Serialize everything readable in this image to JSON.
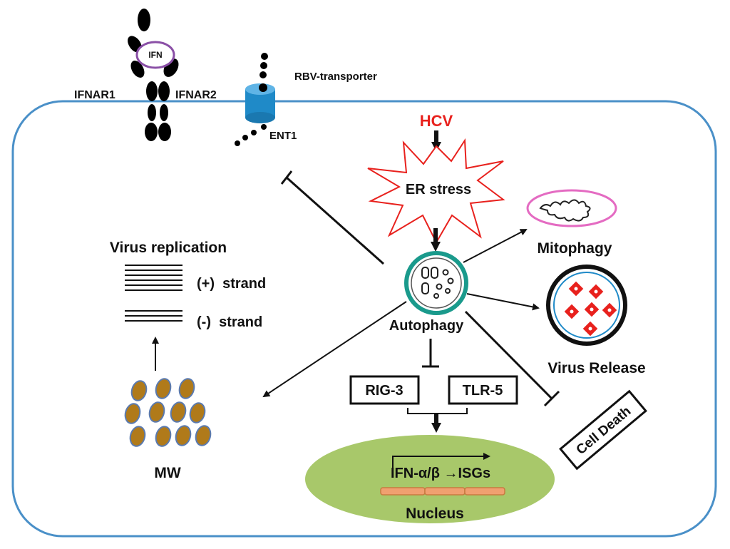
{
  "labels": {
    "ifn": "IFN",
    "ifnar1": "IFNAR1",
    "ifnar2": "IFNAR2",
    "rbv_transporter": "RBV-transporter",
    "ent1": "ENT1",
    "hcv": "HCV",
    "er_stress": "ER stress",
    "mitophagy": "Mitophagy",
    "virus_replication": "Virus replication",
    "plus_strand": "(+)  strand",
    "minus_strand": "(-)  strand",
    "autophagy": "Autophagy",
    "virus_release": "Virus Release",
    "rig3": "RIG-3",
    "tlr5": "TLR-5",
    "cell_death": "Cell Death",
    "mw": "MW",
    "ifn_isgs": "IFN-α/β →ISGs",
    "nucleus": "Nucleus"
  },
  "colors": {
    "cell_border": "#4a90c8",
    "hcv_red": "#e8211d",
    "ifn_ring": "#8a4fa6",
    "mitophagy_ring": "#e46bc2",
    "autophagosome_ring": "#1a9a8c",
    "nucleus_fill": "#a8c86a",
    "dna_orange": "#f0a070",
    "mw_brown": "#b07a1a",
    "mw_outline": "#5a7ab0",
    "transporter_blue": "#1f8ac8"
  }
}
